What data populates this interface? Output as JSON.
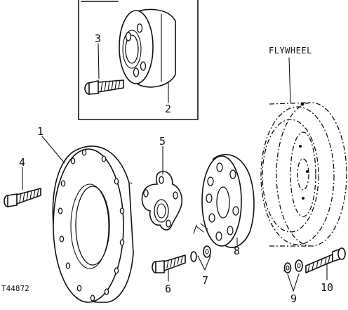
{
  "figure_id": "T44872",
  "reference_label": "FLYWHEEL",
  "callouts": {
    "c1": "1",
    "c2": "2",
    "c3": "3",
    "c4": "4",
    "c5": "5",
    "c6": "6",
    "c7": "7",
    "c8": "8",
    "c9": "9",
    "c10": "10"
  },
  "parts": [
    {
      "callout": "1",
      "icon": "adapter-plate"
    },
    {
      "callout": "2",
      "icon": "hub-coupler"
    },
    {
      "callout": "3",
      "icon": "cap-screw"
    },
    {
      "callout": "4",
      "icon": "cap-screw"
    },
    {
      "callout": "5",
      "icon": "drive-hub"
    },
    {
      "callout": "6",
      "icon": "cap-screw"
    },
    {
      "callout": "7",
      "icon": "lock-washer"
    },
    {
      "callout": "8",
      "icon": "coupler"
    },
    {
      "callout": "9",
      "icon": "lock-washer"
    },
    {
      "callout": "10",
      "icon": "cap-screw"
    }
  ]
}
